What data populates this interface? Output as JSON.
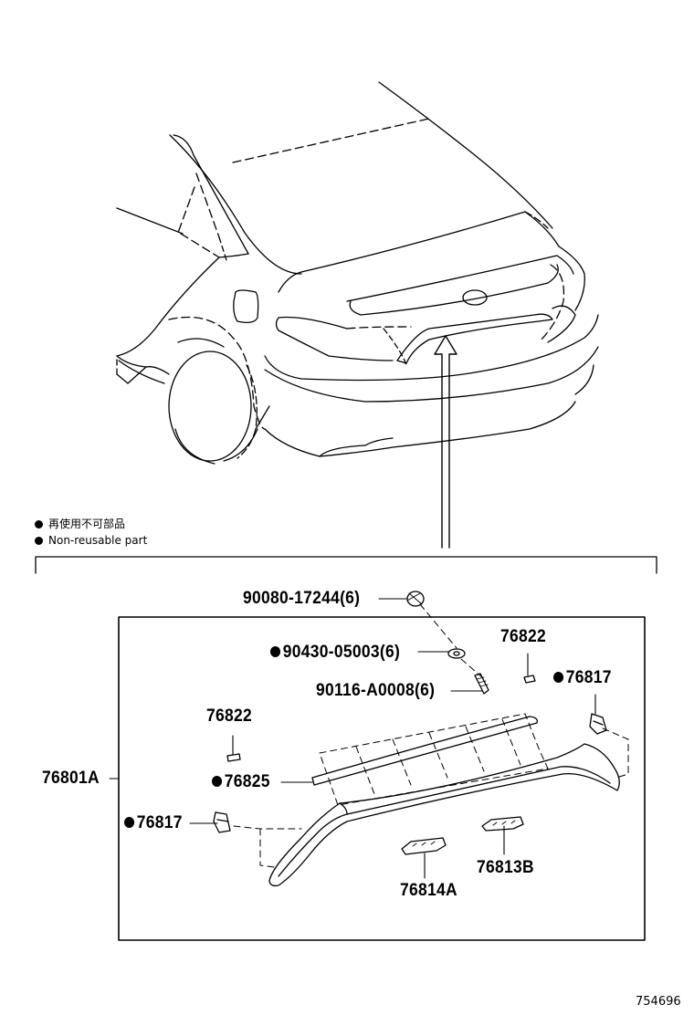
{
  "legend": {
    "jp": "再使用不可部品",
    "en": "Non-reusable part"
  },
  "parts": {
    "clip_90080": "90080-17244(6)",
    "washer_90430": "90430-05003(6)",
    "bolt_90116": "90116-A0008(6)",
    "tape_76822_top": "76822",
    "tape_76822_left": "76822",
    "cap_76817_right": "76817",
    "cap_76817_left": "76817",
    "assembly_76801A": "76801A",
    "gasket_76825": "76825",
    "pad_76814A": "76814A",
    "pad_76813B": "76813B"
  },
  "figure_number": "754696"
}
